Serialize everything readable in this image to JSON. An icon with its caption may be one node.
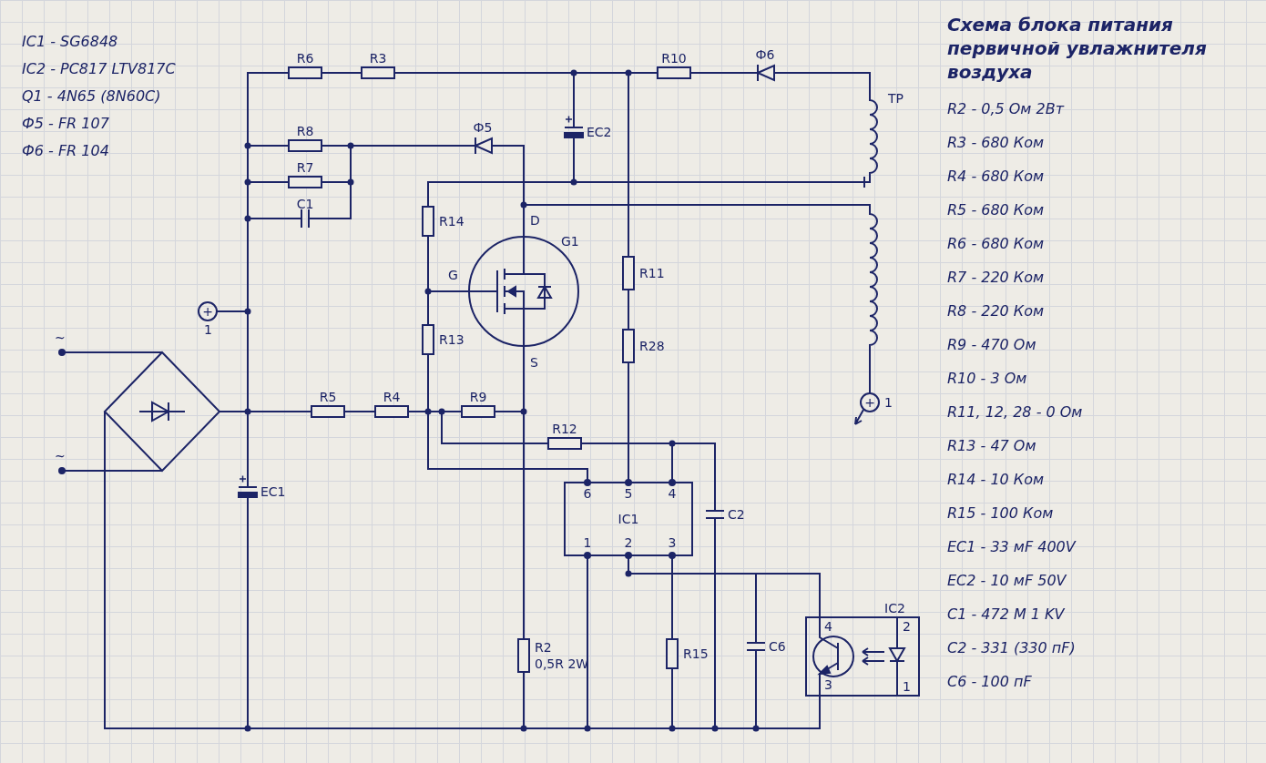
{
  "diagram": {
    "title": "Схема блока питания первичной увлажнителя воздуха",
    "nodes": [
      {
        "text": [
          "~"
        ]
      },
      {
        "text": [
          "~"
        ]
      },
      {
        "text": [],
        "shape": "diamond"
      },
      {
        "text": [
          "+",
          "1"
        ]
      },
      {
        "text": [
          "EC1"
        ]
      },
      {
        "text": [
          "R5"
        ]
      },
      {
        "text": [
          "R4"
        ]
      },
      {
        "text": [
          "R9"
        ]
      },
      {
        "text": [
          "R13"
        ]
      },
      {
        "text": [
          "R14"
        ]
      },
      {
        "text": [
          "G1"
        ],
        "beside": [
          "D",
          "G",
          "S"
        ]
      },
      {
        "text": [
          "R2",
          "0,5R 2W"
        ]
      },
      {
        "text": [
          "R6"
        ]
      },
      {
        "text": [
          "R3"
        ]
      },
      {
        "text": [
          "R8"
        ]
      },
      {
        "text": [
          "R7"
        ]
      },
      {
        "text": [
          "C1"
        ]
      },
      {
        "text": [
          "Ф5"
        ]
      },
      {
        "text": [
          "EC2"
        ]
      },
      {
        "text": [
          "R10"
        ]
      },
      {
        "text": [
          "Ф6"
        ]
      },
      {
        "text": [
          "TP"
        ]
      },
      {
        "text": [
          "+",
          "1"
        ]
      },
      {
        "text": [
          "R11"
        ]
      },
      {
        "text": [
          "R28"
        ]
      },
      {
        "text": [
          "R12"
        ]
      },
      {
        "text": [
          "IC1",
          "6",
          "5",
          "4",
          "1",
          "2",
          "3"
        ]
      },
      {
        "text": [
          "C2"
        ]
      },
      {
        "text": [
          "C6"
        ]
      },
      {
        "text": [
          "R15"
        ]
      },
      {
        "text": [
          "IC2",
          "4",
          "2",
          "3",
          "1"
        ]
      }
    ],
    "edges": [
      {
        "from": 0,
        "to": 2,
        "arrow": "none"
      },
      {
        "from": 1,
        "to": 2,
        "arrow": "none"
      },
      {
        "from": 2,
        "to": 4,
        "arrow": "none"
      },
      {
        "from": 2,
        "to": 3,
        "arrow": "none"
      },
      {
        "from": 2,
        "to": 5,
        "arrow": "none"
      },
      {
        "from": 2,
        "to": 12,
        "arrow": "none"
      },
      {
        "from": 2,
        "to": 14,
        "arrow": "none"
      },
      {
        "from": 2,
        "to": 15,
        "arrow": "none"
      },
      {
        "from": 2,
        "to": 16,
        "arrow": "none"
      },
      {
        "from": 12,
        "to": 13,
        "arrow": "none"
      },
      {
        "from": 13,
        "to": 19,
        "arrow": "none"
      },
      {
        "from": 13,
        "to": 18,
        "arrow": "none"
      },
      {
        "from": 13,
        "to": 23,
        "arrow": "none"
      },
      {
        "from": 19,
        "to": 20,
        "arrow": "none"
      },
      {
        "from": 20,
        "to": 21,
        "arrow": "none"
      },
      {
        "from": 14,
        "to": 17,
        "arrow": "none"
      },
      {
        "from": 15,
        "to": 17,
        "arrow": "none"
      },
      {
        "from": 16,
        "to": 17,
        "arrow": "none"
      },
      {
        "from": 17,
        "to": 10,
        "arrow": "none"
      },
      {
        "from": 10,
        "to": 21,
        "arrow": "none"
      },
      {
        "from": 9,
        "to": 21,
        "arrow": "none"
      },
      {
        "from": 18,
        "to": 21,
        "arrow": "none"
      },
      {
        "from": 9,
        "to": 10,
        "arrow": "none"
      },
      {
        "from": 8,
        "to": 10,
        "arrow": "none"
      },
      {
        "from": 5,
        "to": 6,
        "arrow": "none"
      },
      {
        "from": 6,
        "to": 7,
        "arrow": "none"
      },
      {
        "from": 6,
        "to": 8,
        "arrow": "none"
      },
      {
        "from": 6,
        "to": 26,
        "arrow": "none"
      },
      {
        "from": 6,
        "to": 25,
        "arrow": "none"
      },
      {
        "from": 7,
        "to": 10,
        "arrow": "none"
      },
      {
        "from": 10,
        "to": 11,
        "arrow": "none"
      },
      {
        "from": 23,
        "to": 24,
        "arrow": "none"
      },
      {
        "from": 24,
        "to": 26,
        "arrow": "none"
      },
      {
        "from": 25,
        "to": 26,
        "arrow": "none"
      },
      {
        "from": 25,
        "to": 27,
        "arrow": "none"
      },
      {
        "from": 26,
        "to": 28,
        "arrow": "none"
      },
      {
        "from": 26,
        "to": 30,
        "arrow": "none"
      },
      {
        "from": 26,
        "to": 29,
        "arrow": "none"
      },
      {
        "from": 21,
        "to": 22,
        "arrow": "none"
      },
      {
        "from": 2,
        "to": 4,
        "arrow": "none"
      },
      {
        "from": 4,
        "to": 11,
        "arrow": "none"
      },
      {
        "from": 11,
        "to": 26,
        "arrow": "none"
      },
      {
        "from": 26,
        "to": 29,
        "arrow": "none"
      },
      {
        "from": 29,
        "to": 27,
        "arrow": "none"
      },
      {
        "from": 27,
        "to": 28,
        "arrow": "none"
      },
      {
        "from": 28,
        "to": 30,
        "arrow": "none"
      }
    ],
    "labels": [
      "IC1 - SG6848",
      "IC2 - PC817 LTV817C",
      "Q1 - 4N65 (8N60C)",
      "Ф5 - FR 107",
      "Ф6 - FR 104",
      "R2 - 0,5 Ом 2Вт",
      "R3 - 680 Ком",
      "R4 - 680 Ком",
      "R5 - 680 Ком",
      "R6 - 680 Ком",
      "R7 - 220 Ком",
      "R8 - 220 Ком",
      "R9 - 470 Ом",
      "R10 - 3 Ом",
      "R11, 12, 28 - 0 Ом",
      "R13 - 47 Ом",
      "R14 - 10 Ком",
      "R15 - 100 Ком",
      "EC1 - 33 мF 400V",
      "EC2 - 10 мF 50V",
      "C1 - 472 M 1 KV",
      "C2 - 331 (330 пF)",
      "C6 - 100 пF"
    ]
  }
}
